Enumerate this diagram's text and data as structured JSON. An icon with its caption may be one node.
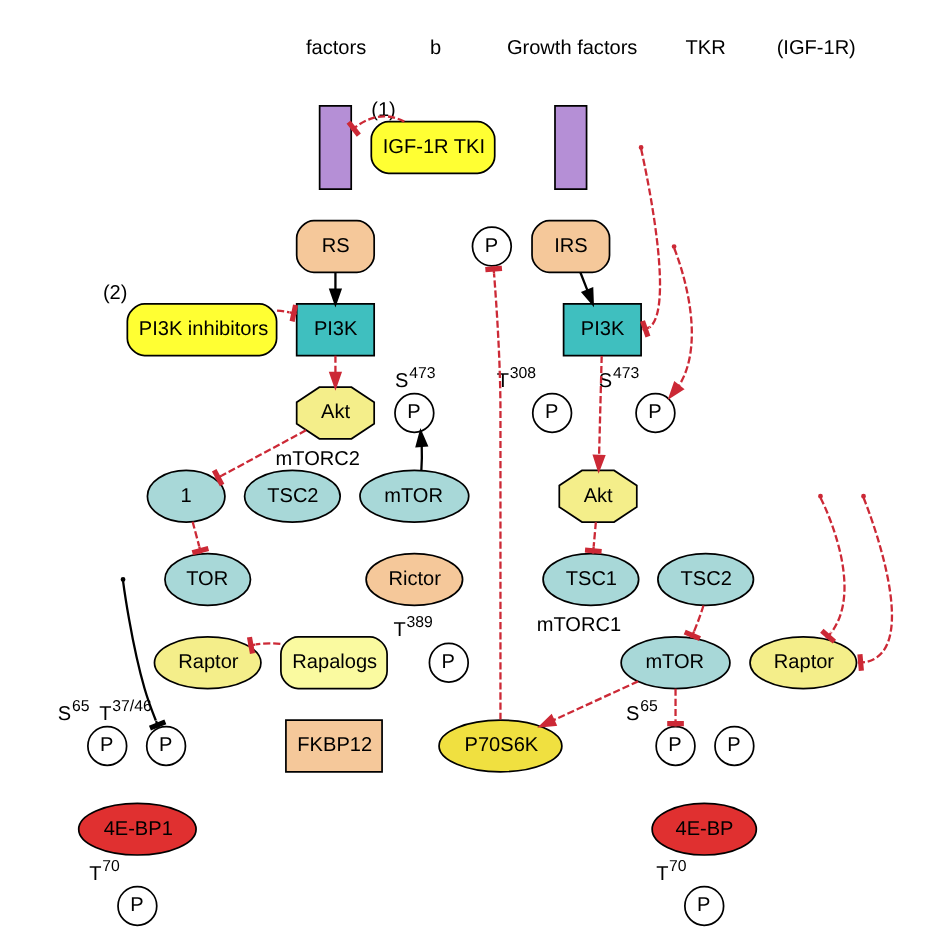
{
  "diagram": {
    "nodes": [
      {
        "text": [],
        "shape": "bar"
      },
      {
        "text": [
          "RS"
        ]
      },
      {
        "text": [
          "IGF-1R TKI"
        ],
        "beside": [
          "(1)"
        ]
      },
      {
        "text": [
          "PI3K"
        ]
      },
      {
        "text": [
          "PI3K inhibitors"
        ],
        "beside": [
          "(2)"
        ]
      },
      {
        "text": [
          "Akt"
        ]
      },
      {
        "text": [
          "P"
        ],
        "beside": [
          "S$^{473}$"
        ]
      },
      {
        "text": [
          "mTOR"
        ],
        "beside": [
          "mTORC2"
        ]
      },
      {
        "text": [
          "Rictor"
        ]
      },
      {
        "text": [
          "1"
        ]
      },
      {
        "text": [
          "TSC2"
        ]
      },
      {
        "text": [
          "TOR"
        ]
      },
      {
        "text": [
          "Raptor"
        ]
      },
      {
        "text": [
          "Rapalogs"
        ]
      },
      {
        "text": [
          "FKBP12"
        ]
      },
      {
        "text": [
          "P"
        ],
        "beside": [
          "S$^{65}$"
        ]
      },
      {
        "text": [
          "P"
        ],
        "beside": [
          "T$^{37/46}$"
        ]
      },
      {
        "text": [
          "4E-BP1"
        ]
      },
      {
        "text": [
          "P"
        ],
        "beside": [
          "T$^{70}$"
        ]
      },
      {
        "text": [],
        "shape": "bar"
      },
      {
        "text": [
          "P"
        ]
      },
      {
        "text": [
          "IRS"
        ]
      },
      {
        "text": [
          "PI3K"
        ]
      },
      {
        "text": [
          "P"
        ],
        "beside": [
          "T$^{308}$"
        ]
      },
      {
        "text": [
          "P"
        ],
        "beside": [
          "S$^{473}$"
        ]
      },
      {
        "text": [
          "Akt"
        ]
      },
      {
        "text": [
          "TSC1"
        ]
      },
      {
        "text": [
          "TSC2"
        ]
      },
      {
        "text": [
          "mTOR"
        ],
        "beside": [
          "mTORC1"
        ]
      },
      {
        "text": [
          "Raptor"
        ]
      },
      {
        "text": [
          "P"
        ],
        "beside": [
          "T$^{389}$"
        ]
      },
      {
        "text": [
          "P70S6K"
        ]
      },
      {
        "text": [
          "P"
        ],
        "beside": [
          "S$^{65}$"
        ]
      },
      {
        "text": [
          "P"
        ]
      },
      {
        "text": [
          "4E-BP"
        ]
      },
      {
        "text": [
          "P"
        ],
        "beside": [
          "T$^{70}$"
        ]
      }
    ],
    "edges": [
      {
        "from": 2,
        "to": 0,
        "arrow": "other",
        "style": "dashed"
      },
      {
        "from": 1,
        "to": 3,
        "arrow": "to",
        "color": "#000000"
      },
      {
        "from": 4,
        "to": 3,
        "arrow": "other",
        "style": "dashed"
      },
      {
        "from": 3,
        "to": 5,
        "arrow": "to",
        "style": "dashed"
      },
      {
        "from": 7,
        "to": 6,
        "arrow": "to",
        "color": "#000000"
      },
      {
        "from": 5,
        "to": 9,
        "arrow": "other",
        "style": "dashed"
      },
      {
        "from": 9,
        "to": 11,
        "arrow": "other",
        "style": "dashed"
      },
      {
        "from": 13,
        "to": 12,
        "arrow": "other",
        "style": "dashed"
      },
      {
        "from": null,
        "to": 16,
        "arrow": "other",
        "color": "#000000"
      },
      {
        "from": 21,
        "to": 22,
        "arrow": "to",
        "color": "#000000"
      },
      {
        "from": null,
        "to": 22,
        "arrow": "other",
        "style": "dashed"
      },
      {
        "from": 22,
        "to": 25,
        "arrow": "to",
        "style": "dashed"
      },
      {
        "from": null,
        "to": 24,
        "arrow": "to",
        "style": "dashed"
      },
      {
        "from": 25,
        "to": 26,
        "arrow": "other",
        "style": "dashed"
      },
      {
        "from": 27,
        "to": 28,
        "arrow": "other",
        "style": "dashed"
      },
      {
        "from": null,
        "to": 29,
        "arrow": "other",
        "style": "dashed"
      },
      {
        "from": null,
        "to": 29,
        "arrow": "other",
        "style": "dashed"
      },
      {
        "from": 28,
        "to": 31,
        "arrow": "to",
        "style": "dashed"
      },
      {
        "from": 28,
        "to": 32,
        "arrow": "other",
        "style": "dashed"
      },
      {
        "from": 31,
        "to": 20,
        "arrow": "other",
        "style": "dashed"
      }
    ],
    "labels": [
      "factors",
      "b",
      "Growth factors",
      "TKR",
      "(IGF-1R)"
    ]
  }
}
